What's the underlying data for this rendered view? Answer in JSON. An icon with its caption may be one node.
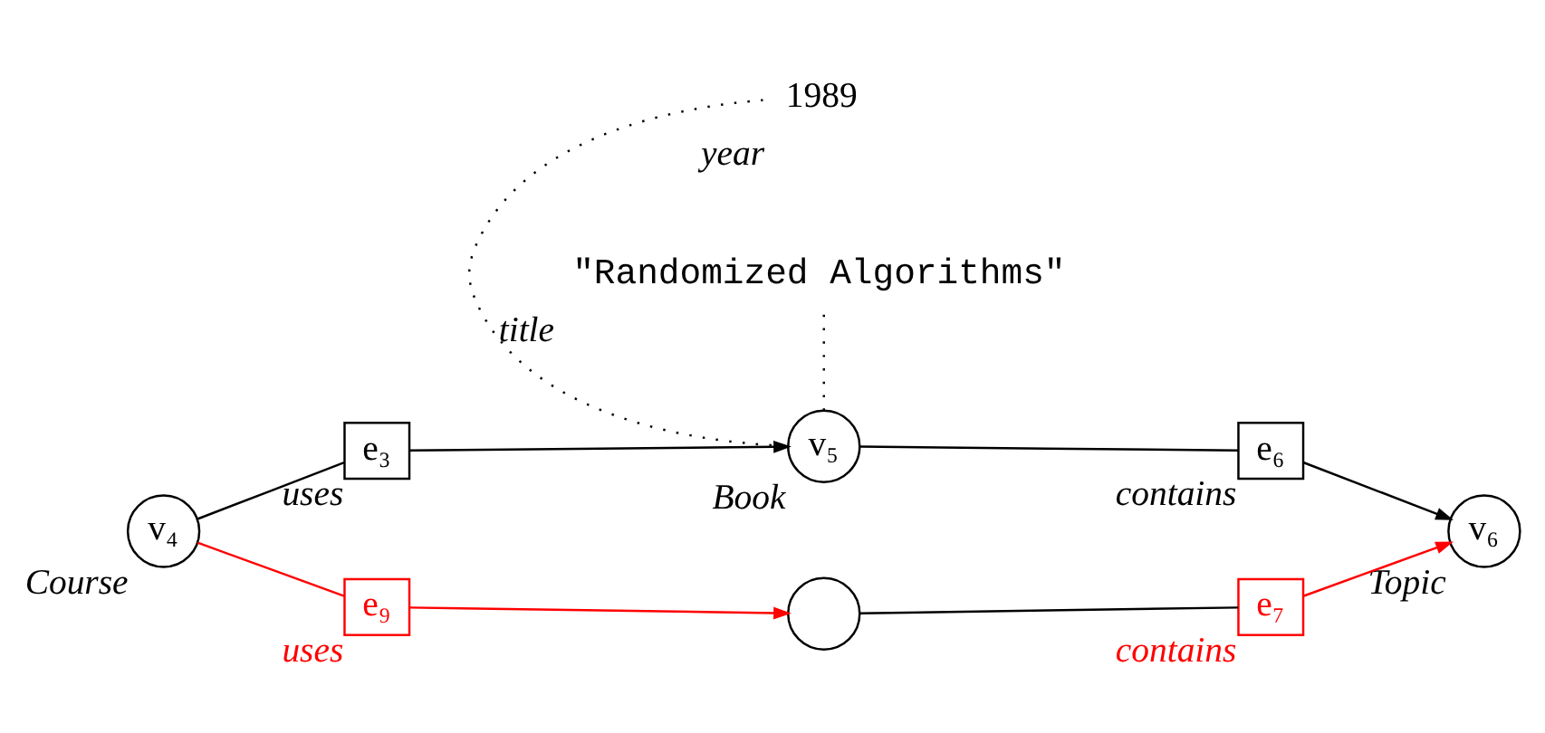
{
  "diagram": {
    "nodes": [
      {
        "text": [
          "v₄"
        ],
        "beside": [
          "Course"
        ]
      },
      {
        "text": [
          "e₃"
        ],
        "beside": [
          "uses"
        ]
      },
      {
        "text": [
          "v₅"
        ],
        "beside": [
          "Book"
        ]
      },
      {
        "text": [
          "e₆"
        ],
        "beside": [
          "contains"
        ]
      },
      {
        "text": [
          "v₆"
        ],
        "beside": [
          "Topic"
        ]
      },
      {
        "text": [
          "1989"
        ],
        "beside": [
          "year"
        ]
      },
      {
        "text": [
          "\"Randomized Algorithms\""
        ],
        "beside": [
          "title"
        ]
      },
      {
        "text": [
          "e₉"
        ],
        "beside": [
          "uses"
        ]
      },
      {
        "text": [],
        "shape": "circle"
      },
      {
        "text": [
          "e₇"
        ],
        "beside": [
          "contains"
        ]
      }
    ],
    "edges": [
      {
        "from": 0,
        "to": 1,
        "arrow": "none"
      },
      {
        "from": 1,
        "to": 2,
        "arrow": "to"
      },
      {
        "from": 2,
        "to": 3,
        "arrow": "none"
      },
      {
        "from": 3,
        "to": 4,
        "arrow": "to"
      },
      {
        "from": 5,
        "to": 2,
        "arrow": "none",
        "style": "dashed"
      },
      {
        "from": 6,
        "to": 2,
        "arrow": "none",
        "style": "dashed"
      },
      {
        "from": 0,
        "to": 7,
        "arrow": "none",
        "color": "#ff0000"
      },
      {
        "from": 7,
        "to": 8,
        "arrow": "to",
        "color": "#ff0000"
      },
      {
        "from": 8,
        "to": 9,
        "arrow": "none"
      },
      {
        "from": 9,
        "to": 4,
        "arrow": "to",
        "color": "#ff0000"
      }
    ]
  }
}
